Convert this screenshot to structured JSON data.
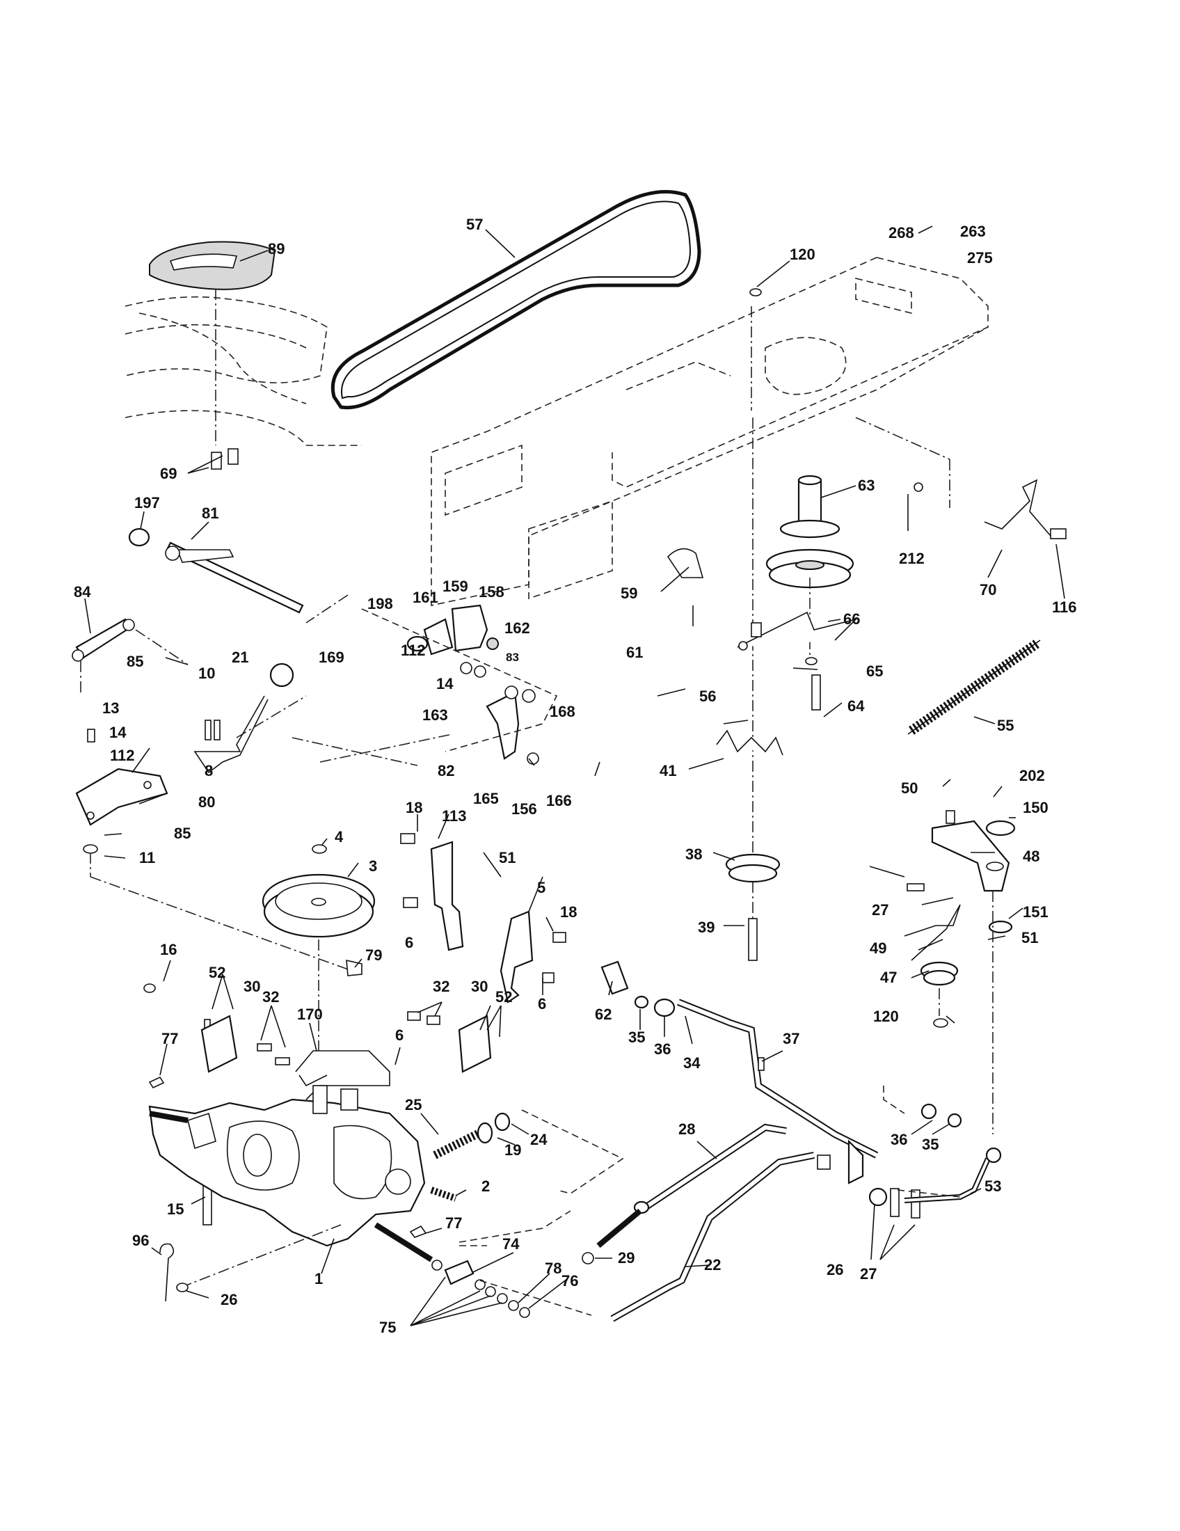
{
  "labels": [
    {
      "key": "l89",
      "text": "89"
    },
    {
      "key": "l57",
      "text": "57"
    },
    {
      "key": "l120a",
      "text": "120"
    },
    {
      "key": "l268",
      "text": "268"
    },
    {
      "key": "l263",
      "text": "263"
    },
    {
      "key": "l275",
      "text": "275"
    },
    {
      "key": "l69",
      "text": "69"
    },
    {
      "key": "l197",
      "text": "197"
    },
    {
      "key": "l81",
      "text": "81"
    },
    {
      "key": "l63",
      "text": "63"
    },
    {
      "key": "l212",
      "text": "212"
    },
    {
      "key": "l70",
      "text": "70"
    },
    {
      "key": "l116",
      "text": "116"
    },
    {
      "key": "l84",
      "text": "84"
    },
    {
      "key": "l198",
      "text": "198"
    },
    {
      "key": "l161",
      "text": "161"
    },
    {
      "key": "l159",
      "text": "159"
    },
    {
      "key": "l158",
      "text": "158"
    },
    {
      "key": "l162",
      "text": "162"
    },
    {
      "key": "l59",
      "text": "59"
    },
    {
      "key": "l66",
      "text": "66"
    },
    {
      "key": "l21",
      "text": "21"
    },
    {
      "key": "l85a",
      "text": "85"
    },
    {
      "key": "l169",
      "text": "169"
    },
    {
      "key": "l112a",
      "text": "112"
    },
    {
      "key": "l83",
      "text": "83"
    },
    {
      "key": "l61",
      "text": "61"
    },
    {
      "key": "l65",
      "text": "65"
    },
    {
      "key": "l10",
      "text": "10"
    },
    {
      "key": "l14a",
      "text": "14"
    },
    {
      "key": "l163",
      "text": "163"
    },
    {
      "key": "l56",
      "text": "56"
    },
    {
      "key": "l64",
      "text": "64"
    },
    {
      "key": "l55",
      "text": "55"
    },
    {
      "key": "l13",
      "text": "13"
    },
    {
      "key": "l168",
      "text": "168"
    },
    {
      "key": "l14b",
      "text": "14"
    },
    {
      "key": "l112b",
      "text": "112"
    },
    {
      "key": "l82",
      "text": "82"
    },
    {
      "key": "l41",
      "text": "41"
    },
    {
      "key": "l8",
      "text": "8"
    },
    {
      "key": "l80",
      "text": "80"
    },
    {
      "key": "l165",
      "text": "165"
    },
    {
      "key": "l156",
      "text": "156"
    },
    {
      "key": "l166",
      "text": "166"
    },
    {
      "key": "l50",
      "text": "50"
    },
    {
      "key": "l202",
      "text": "202"
    },
    {
      "key": "l85b",
      "text": "85"
    },
    {
      "key": "l18a",
      "text": "18"
    },
    {
      "key": "l113",
      "text": "113"
    },
    {
      "key": "l150",
      "text": "150"
    },
    {
      "key": "l4",
      "text": "4"
    },
    {
      "key": "l11",
      "text": "11"
    },
    {
      "key": "l38",
      "text": "38"
    },
    {
      "key": "l48",
      "text": "48"
    },
    {
      "key": "l51a",
      "text": "51"
    },
    {
      "key": "l3",
      "text": "3"
    },
    {
      "key": "l5",
      "text": "5"
    },
    {
      "key": "l27a",
      "text": "27"
    },
    {
      "key": "l151",
      "text": "151"
    },
    {
      "key": "l18b",
      "text": "18"
    },
    {
      "key": "l6a",
      "text": "6"
    },
    {
      "key": "l39",
      "text": "39"
    },
    {
      "key": "l49",
      "text": "49"
    },
    {
      "key": "l51b",
      "text": "51"
    },
    {
      "key": "l16",
      "text": "16"
    },
    {
      "key": "l79",
      "text": "79"
    },
    {
      "key": "l47",
      "text": "47"
    },
    {
      "key": "l52a",
      "text": "52"
    },
    {
      "key": "l32a",
      "text": "32"
    },
    {
      "key": "l30a",
      "text": "30"
    },
    {
      "key": "l32b",
      "text": "32"
    },
    {
      "key": "l30b",
      "text": "30"
    },
    {
      "key": "l52b",
      "text": "52"
    },
    {
      "key": "l6b",
      "text": "6"
    },
    {
      "key": "l62",
      "text": "62"
    },
    {
      "key": "l120b",
      "text": "120"
    },
    {
      "key": "l170",
      "text": "170"
    },
    {
      "key": "l35a",
      "text": "35"
    },
    {
      "key": "l36a",
      "text": "36"
    },
    {
      "key": "l77a",
      "text": "77"
    },
    {
      "key": "l6c",
      "text": "6"
    },
    {
      "key": "l34",
      "text": "34"
    },
    {
      "key": "l37",
      "text": "37"
    },
    {
      "key": "l25",
      "text": "25"
    },
    {
      "key": "l24",
      "text": "24"
    },
    {
      "key": "l36b",
      "text": "36"
    },
    {
      "key": "l35b",
      "text": "35"
    },
    {
      "key": "l19",
      "text": "19"
    },
    {
      "key": "l28",
      "text": "28"
    },
    {
      "key": "l15",
      "text": "15"
    },
    {
      "key": "l2",
      "text": "2"
    },
    {
      "key": "l53",
      "text": "53"
    },
    {
      "key": "l77b",
      "text": "77"
    },
    {
      "key": "l96",
      "text": "96"
    },
    {
      "key": "l29",
      "text": "29"
    },
    {
      "key": "l74",
      "text": "74"
    },
    {
      "key": "l22",
      "text": "22"
    },
    {
      "key": "l26a",
      "text": "26"
    },
    {
      "key": "l27b",
      "text": "27"
    },
    {
      "key": "l78",
      "text": "78"
    },
    {
      "key": "l76",
      "text": "76"
    },
    {
      "key": "l1",
      "text": "1"
    },
    {
      "key": "l26b",
      "text": "26"
    },
    {
      "key": "l75",
      "text": "75"
    }
  ]
}
